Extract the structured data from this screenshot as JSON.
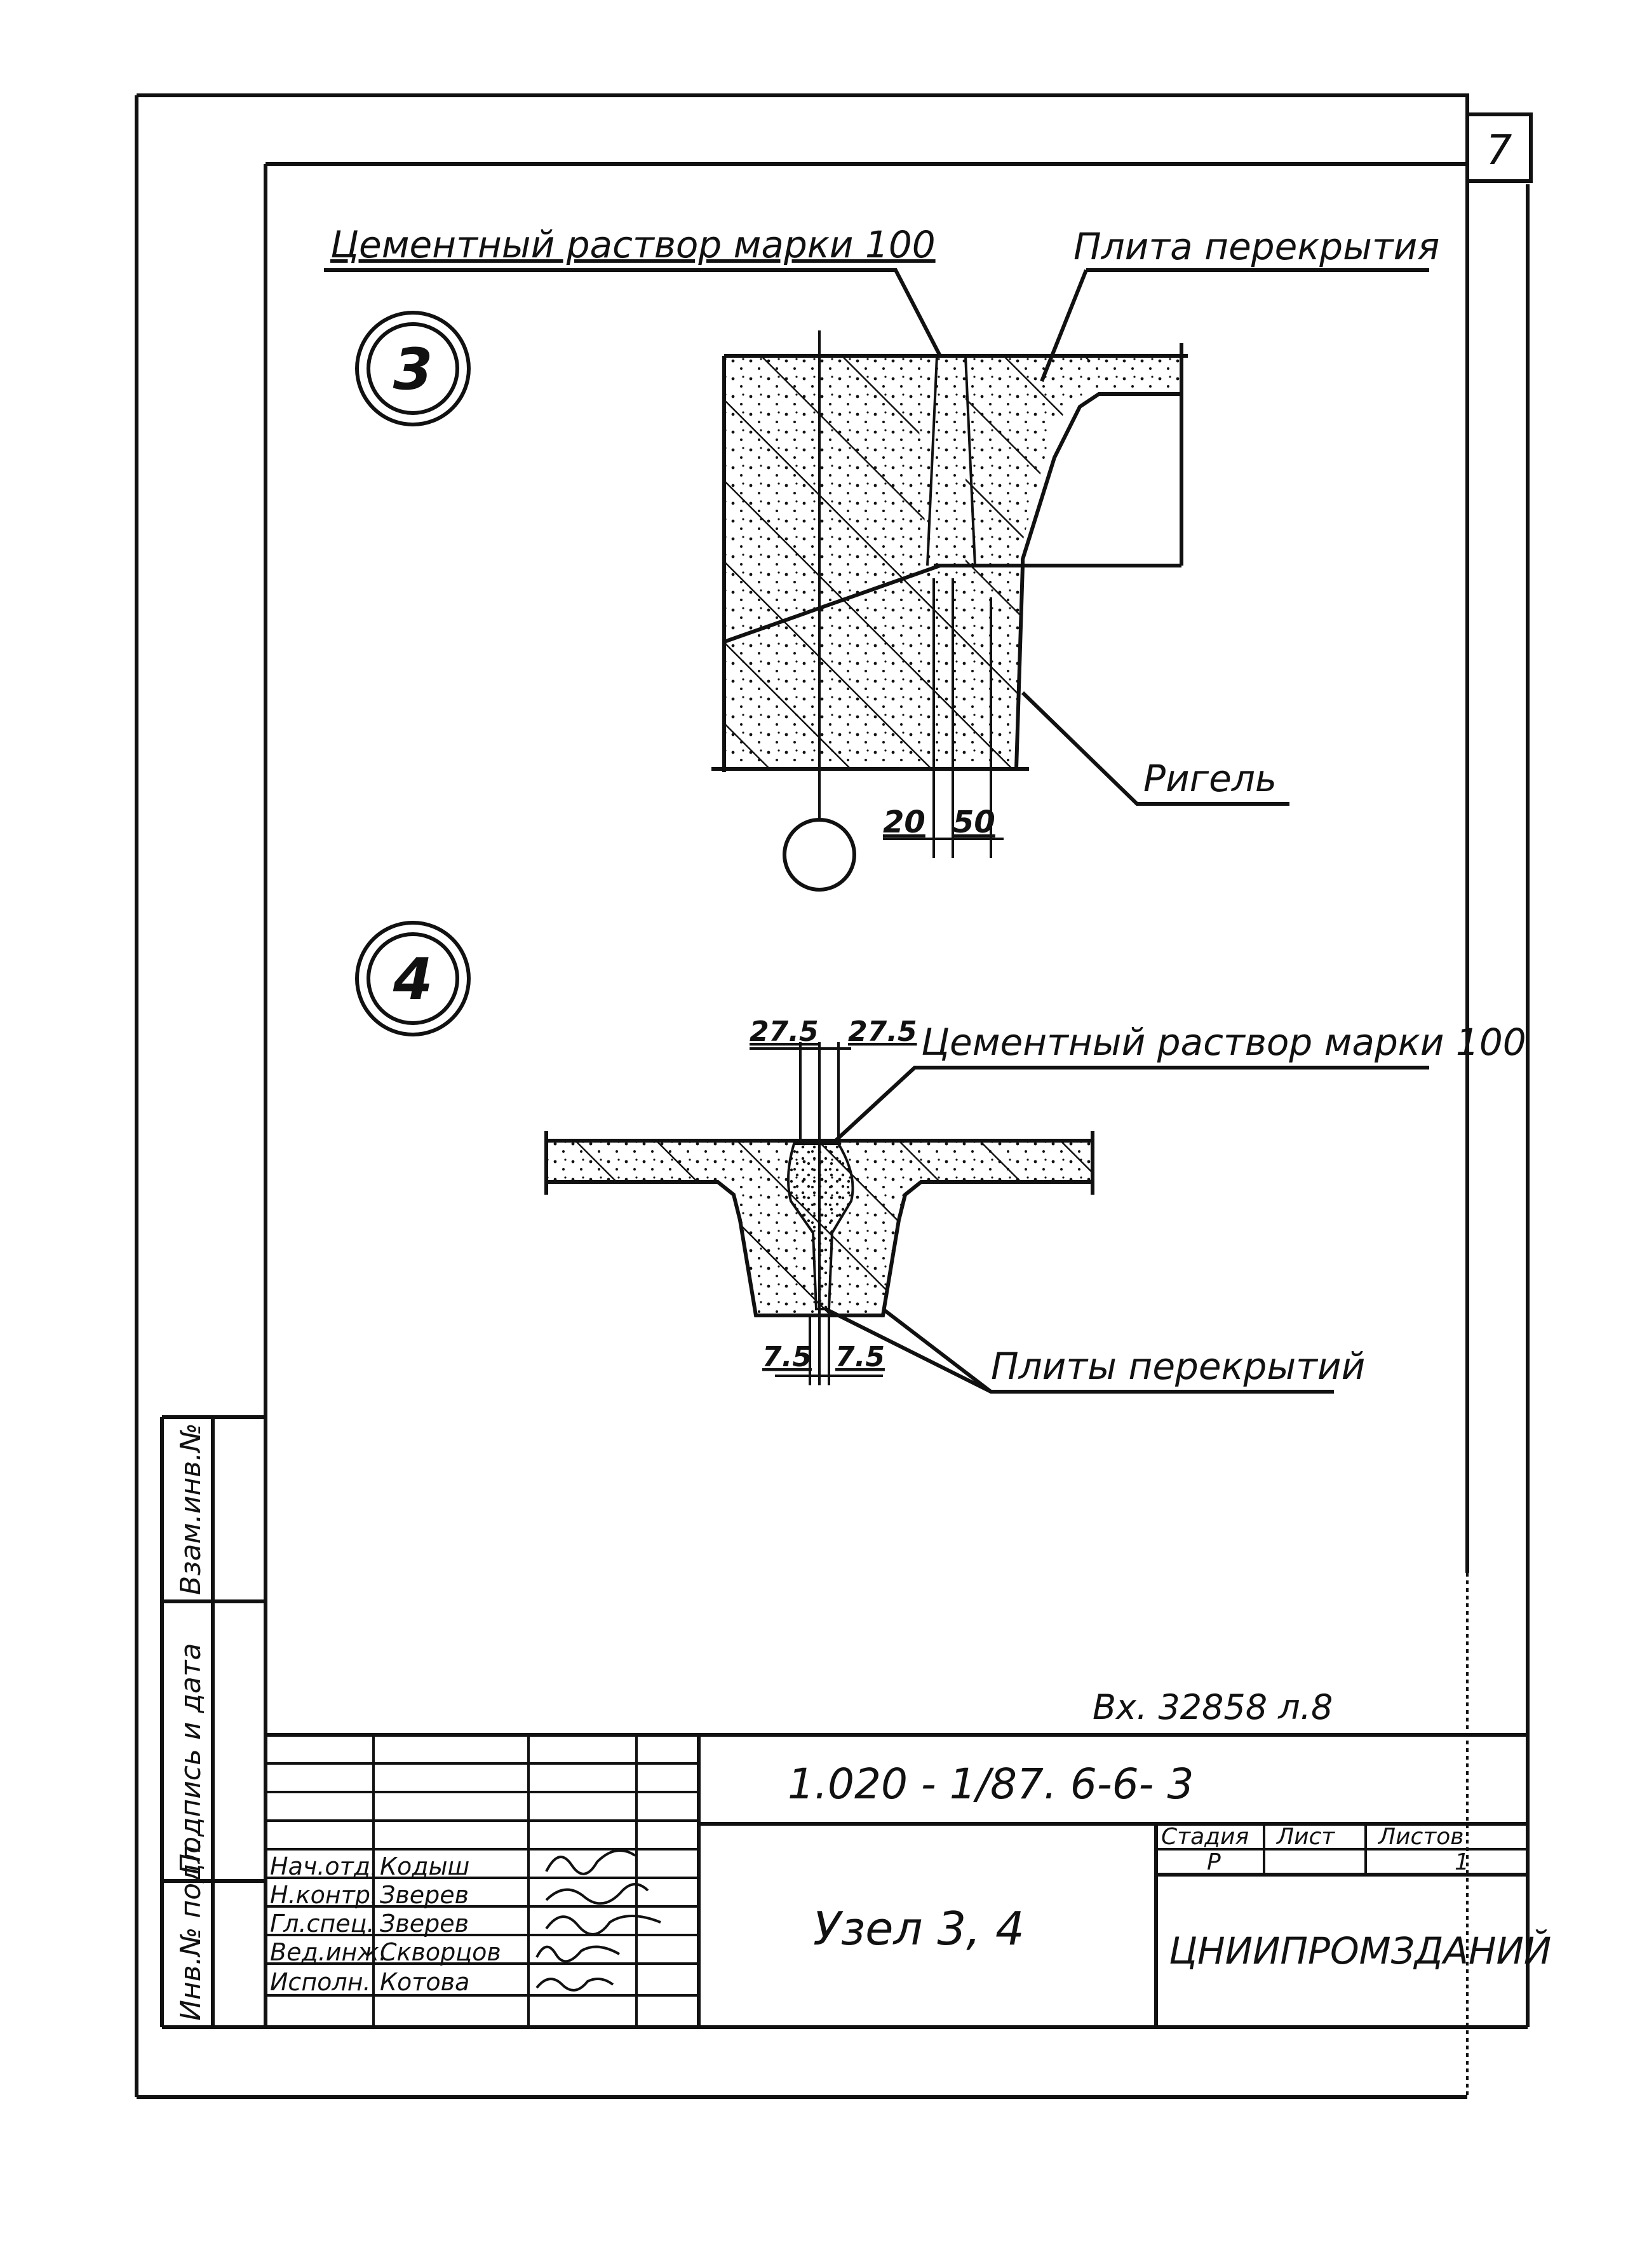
{
  "sheet": {
    "page_number": "7",
    "inventory_note": "Вх. 32858 л.8"
  },
  "node3": {
    "marker": "3",
    "label_mortar": "Цементный раствор марки 100",
    "label_slab": "Плита перекрытия",
    "label_beam": "Ригель",
    "dim_1": "20",
    "dim_2": "50"
  },
  "node4": {
    "marker": "4",
    "dim_top_left": "27.5",
    "dim_top_right": "27.5",
    "label_mortar": "Цементный раствор марки 100",
    "dim_bottom_left": "7.5",
    "dim_bottom_right": "7.5",
    "label_slabs": "Плиты перекрытий"
  },
  "side_stamp": {
    "col1": "Инв.№ подл.",
    "col2": "Подпись и дата",
    "col3": "Взам.инв.№"
  },
  "title_block": {
    "doc_code": "1.020 - 1/87. 6-6- 3",
    "title": "Узел 3, 4",
    "stage_header": "Стадия",
    "sheet_header": "Лист",
    "sheets_header": "Листов",
    "stage_value": "Р",
    "sheet_value": "",
    "sheets_value": "1",
    "organization": "ЦНИИПРОМЗДАНИЙ",
    "signatories": [
      {
        "role": "Нач.отд.",
        "name": "Кодыш"
      },
      {
        "role": "Н.контр.",
        "name": "Зверев"
      },
      {
        "role": "Гл.спец.",
        "name": "Зверев"
      },
      {
        "role": "Вед.инж.",
        "name": "Скворцов"
      },
      {
        "role": "Исполн.",
        "name": "Котова"
      }
    ]
  }
}
